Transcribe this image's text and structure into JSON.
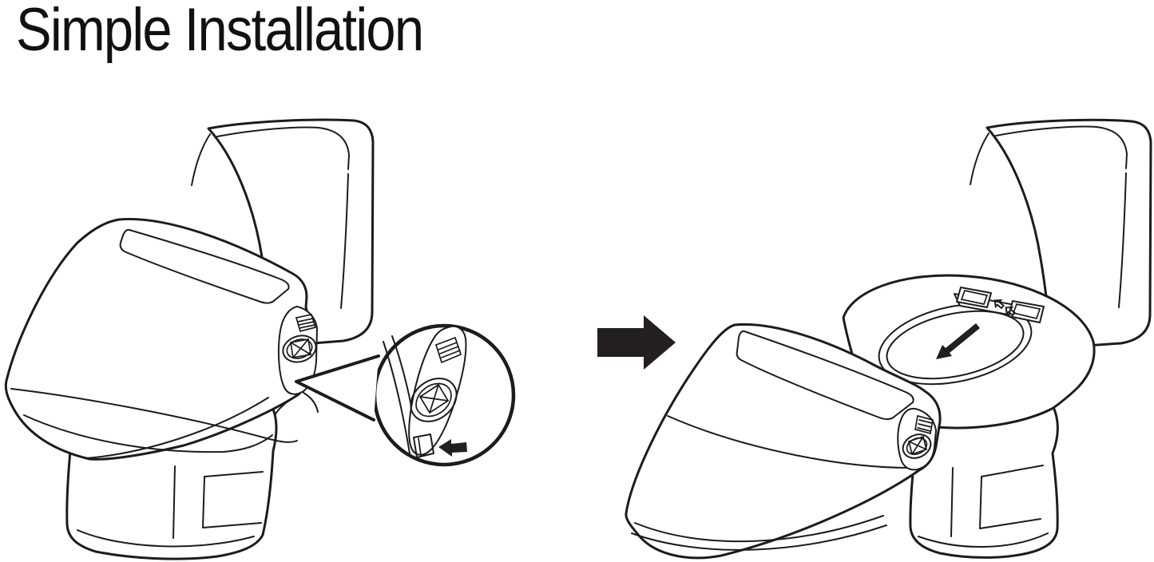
{
  "title": "Simple Installation",
  "colors": {
    "background": "#ffffff",
    "line": "#1c1c1c",
    "arrow": "#231f20"
  },
  "figures": {
    "left": {
      "name": "toilet-bidet-seat-closed",
      "callout": {
        "shape": "circle",
        "content": "release-latch-and-slide-tab",
        "arrow_direction": "left"
      }
    },
    "middle_arrow": {
      "direction": "right"
    },
    "right": {
      "name": "bidet-seat-sliding-onto-mounting-plate",
      "bowl_arrow_direction": "down-left",
      "plate_arrow_count": 2
    }
  }
}
